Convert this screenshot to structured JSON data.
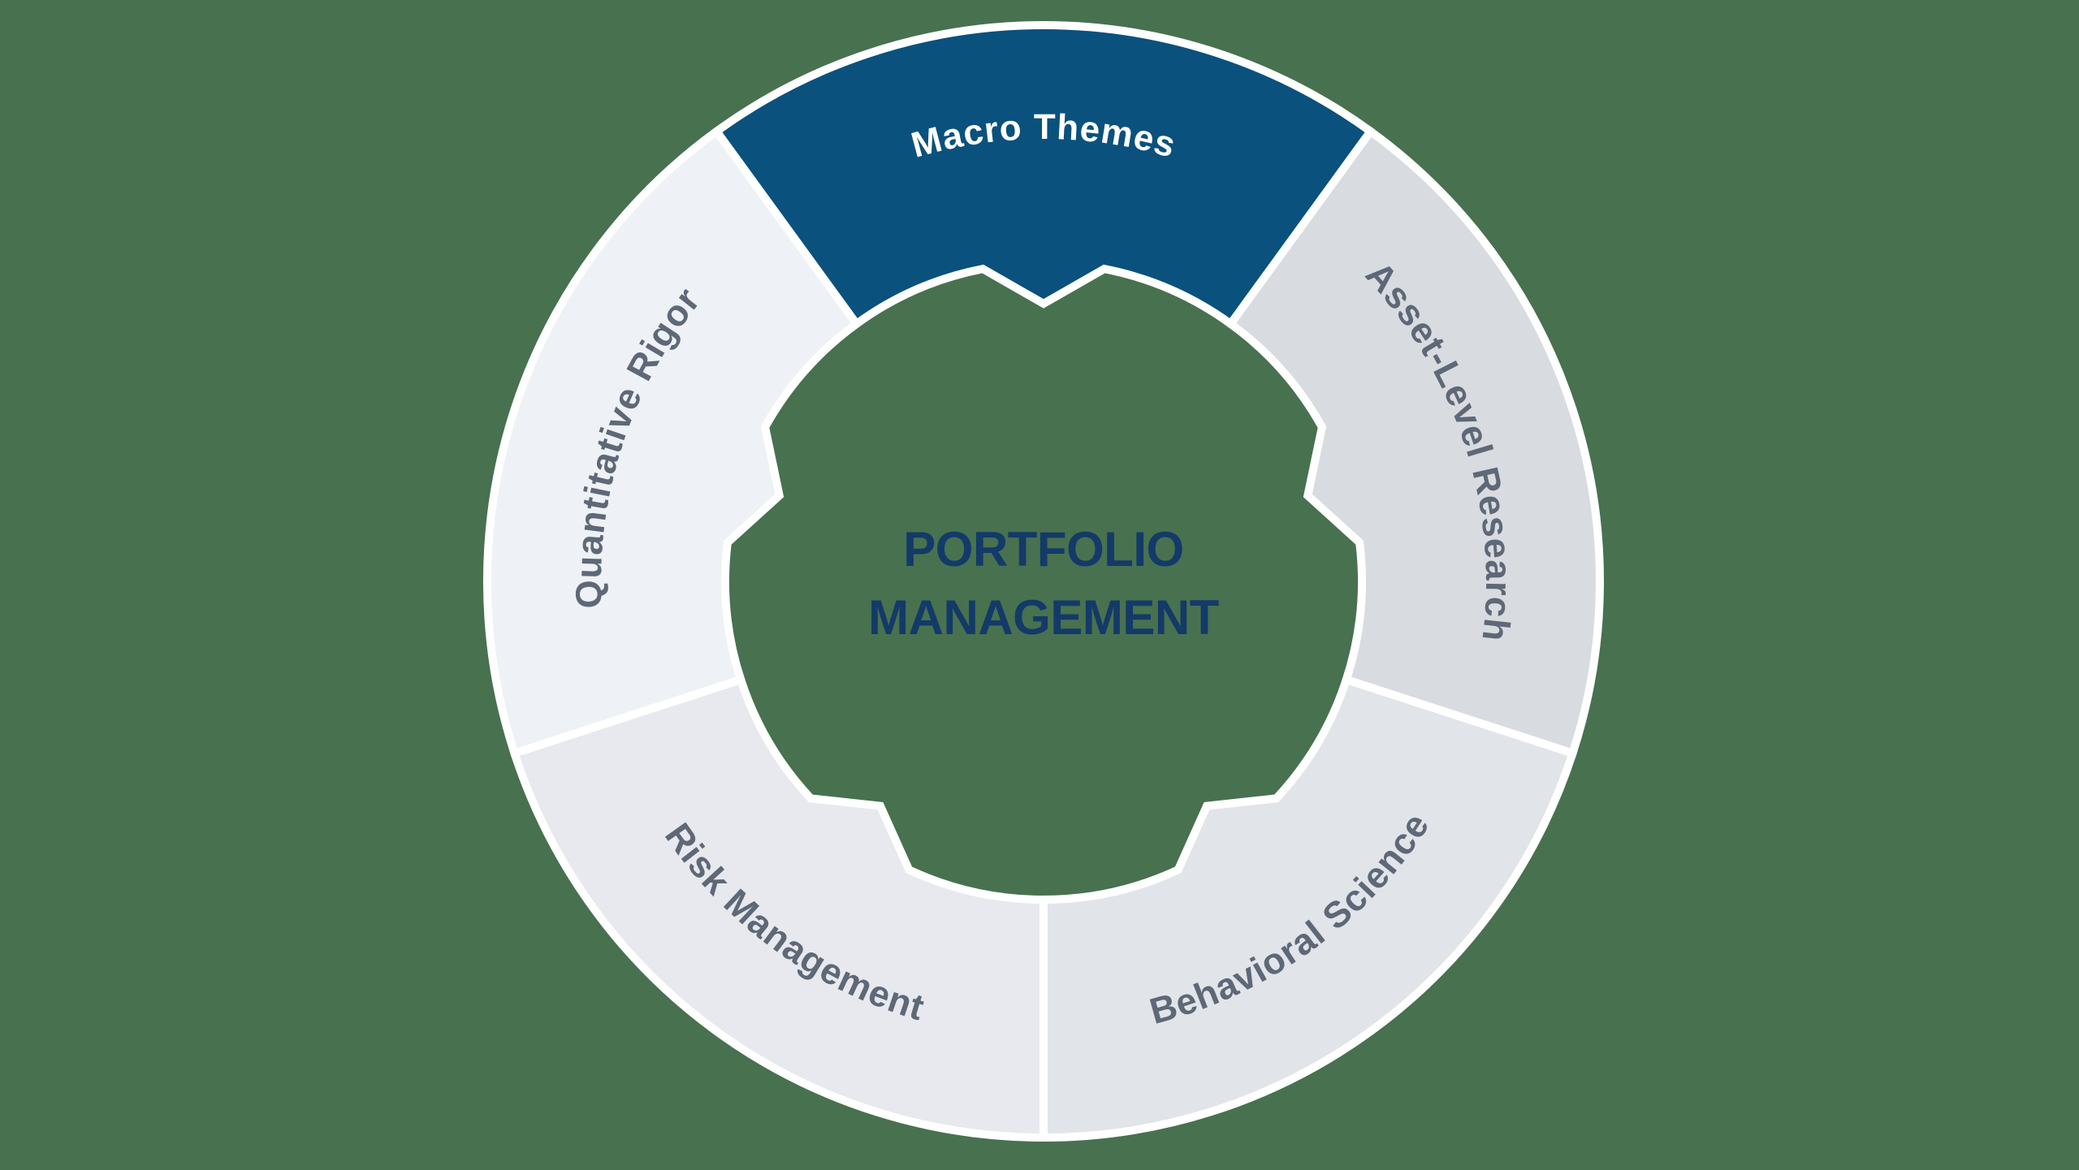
{
  "background_color": "#48714f",
  "diagram": {
    "type": "cycle-ring",
    "divider_color": "#ffffff",
    "center_label": {
      "line1": "PORTFOLIO",
      "line2": "MANAGEMENT",
      "color": "#133a68"
    },
    "segments": [
      {
        "id": "macro-themes",
        "label": "Macro Themes",
        "fill": "#0a517d",
        "label_color": "#ffffff",
        "highlighted": true
      },
      {
        "id": "asset-level-research",
        "label": "Asset-Level Research",
        "fill": "#d8dbe0",
        "label_color": "#5e6877",
        "highlighted": false
      },
      {
        "id": "behavioral-science",
        "label": "Behavioral Science",
        "fill": "#e1e4e9",
        "label_color": "#5e6877",
        "highlighted": false
      },
      {
        "id": "risk-management",
        "label": "Risk Management",
        "fill": "#e7e9ee",
        "label_color": "#5e6877",
        "highlighted": false
      },
      {
        "id": "quantitative-rigor",
        "label": "Quantitative Rigor",
        "fill": "#eef1f5",
        "label_color": "#5e6877",
        "highlighted": false
      }
    ]
  }
}
